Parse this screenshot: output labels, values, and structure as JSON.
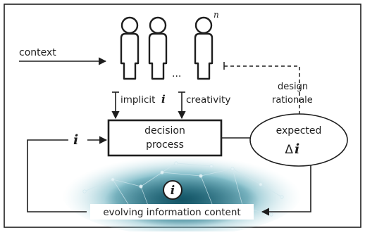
{
  "diagram": {
    "people": {
      "superscript": "n",
      "ellipsis": "..."
    },
    "context_label": "context",
    "implicit_label": "implicit",
    "implicit_symbol": "i",
    "creativity_label": "creativity",
    "design_rationale": {
      "line1": "design",
      "line2": "rationale"
    },
    "decision_process": {
      "line1": "decision",
      "line2": "process"
    },
    "expected": {
      "line1": "expected",
      "delta": "Δ",
      "symbol": "i"
    },
    "input_symbol": "i",
    "info_icon_glyph": "i",
    "evolving_label": "evolving information content"
  }
}
